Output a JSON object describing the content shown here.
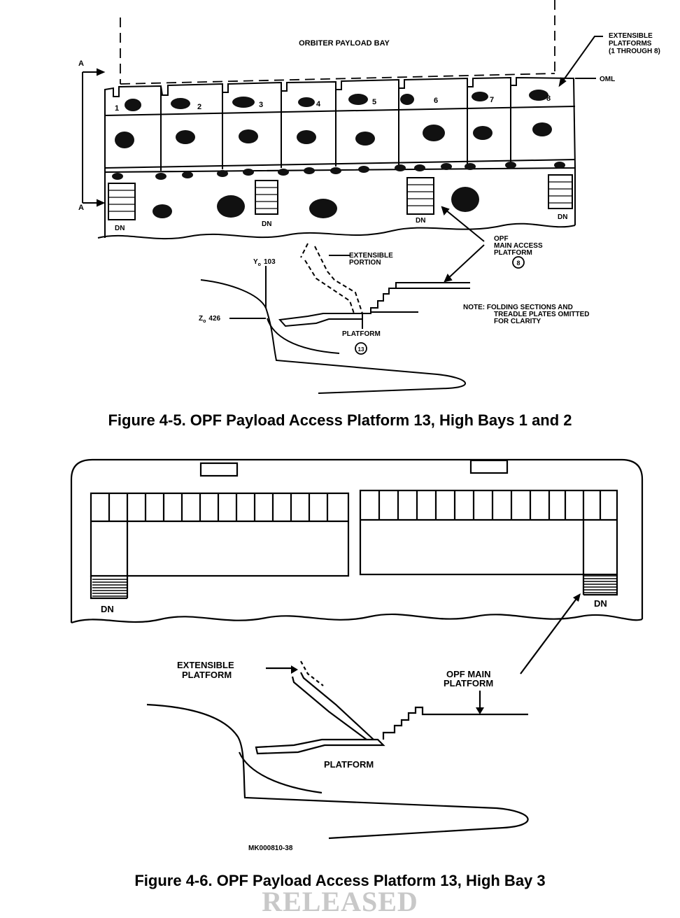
{
  "figure_4_5": {
    "caption": "Figure 4-5.  OPF Payload Access Platform 13, High Bays 1 and 2",
    "labels": {
      "payload_bay": "ORBITER PAYLOAD BAY",
      "extensible_platforms": [
        "EXTENSIBLE",
        "PLATFORMS",
        "(1 THROUGH 8)"
      ],
      "oml": "OML",
      "section_a": "A",
      "dn": "DN",
      "opf_main_access": [
        "OPF",
        "MAIN ACCESS",
        "PLATFORM"
      ],
      "opf_main_access_num": "8",
      "extensible_portion": [
        "EXTENSIBLE",
        "PORTION"
      ],
      "yo": "Y",
      "yo_sub": "o",
      "yo_val": "103",
      "zo": "Z",
      "zo_sub": "o",
      "zo_val": "426",
      "platform": "PLATFORM",
      "platform_num": "13",
      "note": [
        "NOTE: FOLDING SECTIONS AND",
        "TREADLE PLATES OMITTED",
        "FOR CLARITY"
      ]
    },
    "platform_numbers": [
      "1",
      "2",
      "3",
      "4",
      "5",
      "6",
      "7",
      "8"
    ]
  },
  "figure_4_6": {
    "caption": "Figure 4-6.  OPF Payload Access Platform 13, High Bay 3",
    "labels": {
      "dn": "DN",
      "extensible_platform": [
        "EXTENSIBLE",
        "PLATFORM"
      ],
      "opf_main_platform": [
        "OPF MAIN",
        "PLATFORM"
      ],
      "platform": "PLATFORM",
      "drawing_id": "MK000810-38"
    }
  },
  "stamp": "RELEASED"
}
